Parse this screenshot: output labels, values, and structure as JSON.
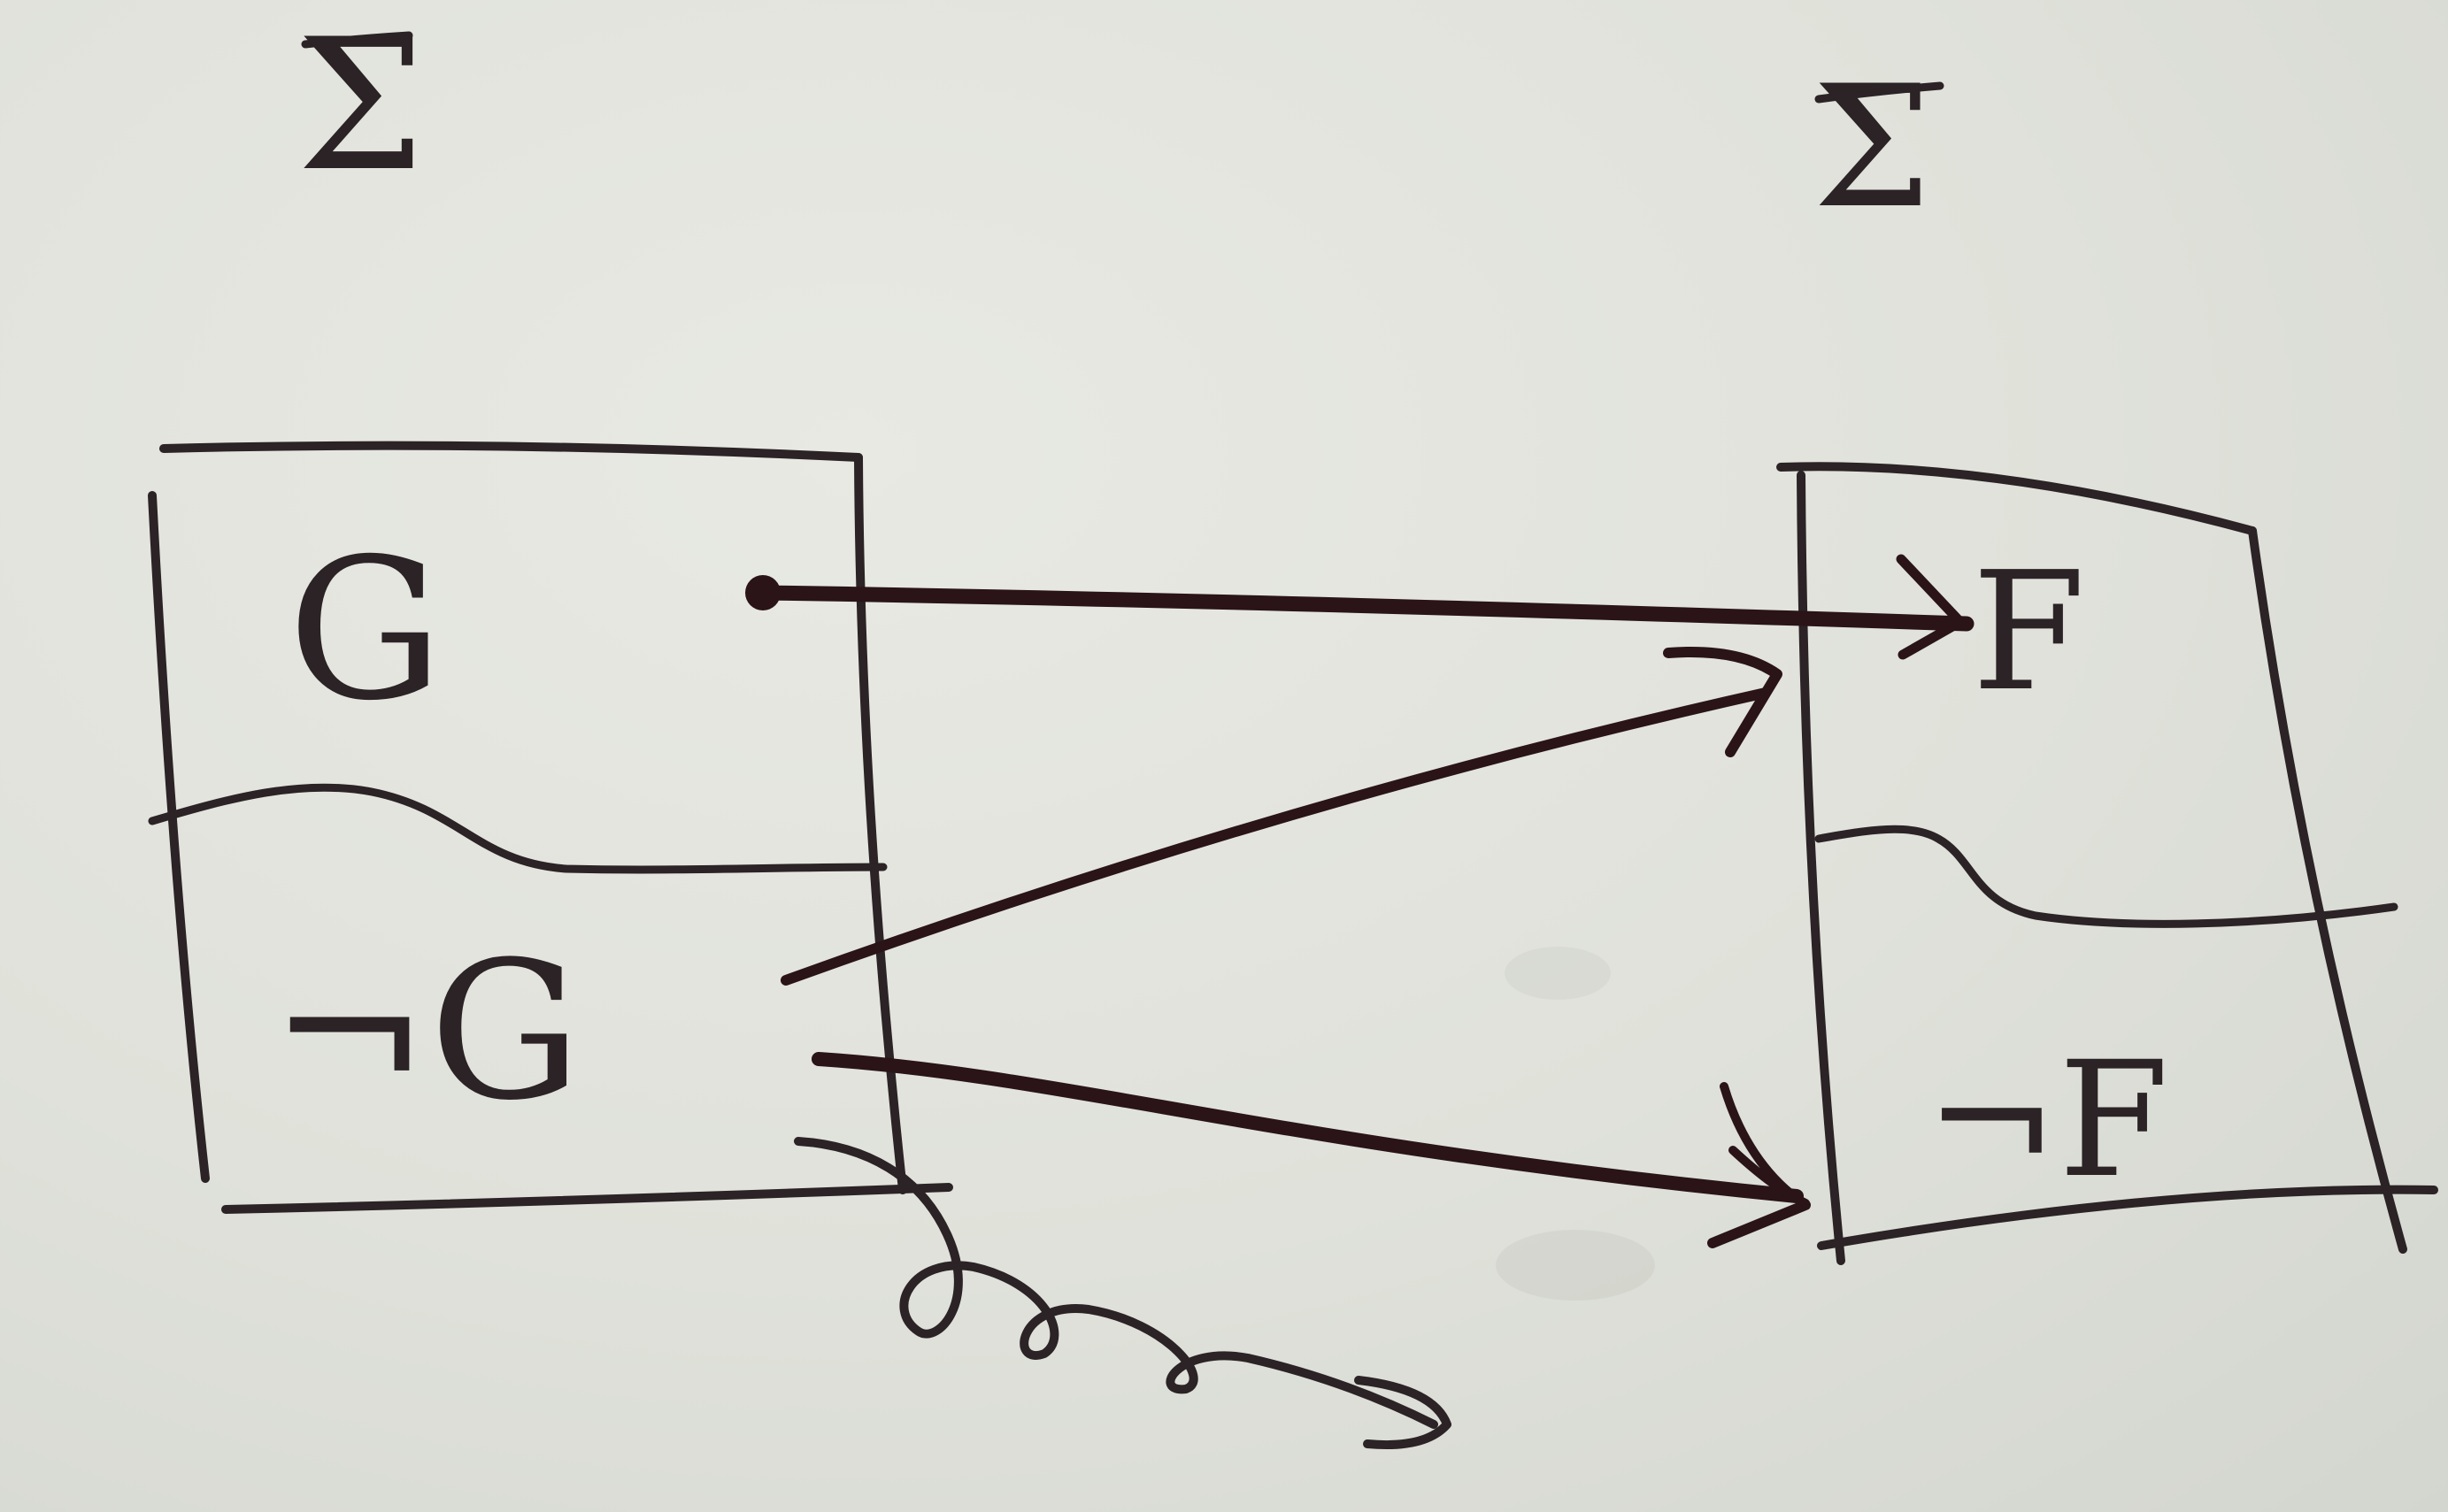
{
  "diagram": {
    "left_set": {
      "label": "Σ",
      "top_region": "G",
      "bottom_region": "¬G"
    },
    "right_set": {
      "label": "Σ",
      "top_region": "F",
      "bottom_region": "¬F"
    },
    "arrows": [
      {
        "from": "G",
        "to": "F",
        "style": "heavy"
      },
      {
        "from": "¬G",
        "to": "F",
        "style": "normal"
      },
      {
        "from": "¬G",
        "to": "¬F",
        "style": "heavy"
      },
      {
        "from": "¬G",
        "to": "outside",
        "style": "curly"
      }
    ],
    "colors": {
      "paper": "#e3e5de",
      "ink": "#2b2326"
    }
  }
}
